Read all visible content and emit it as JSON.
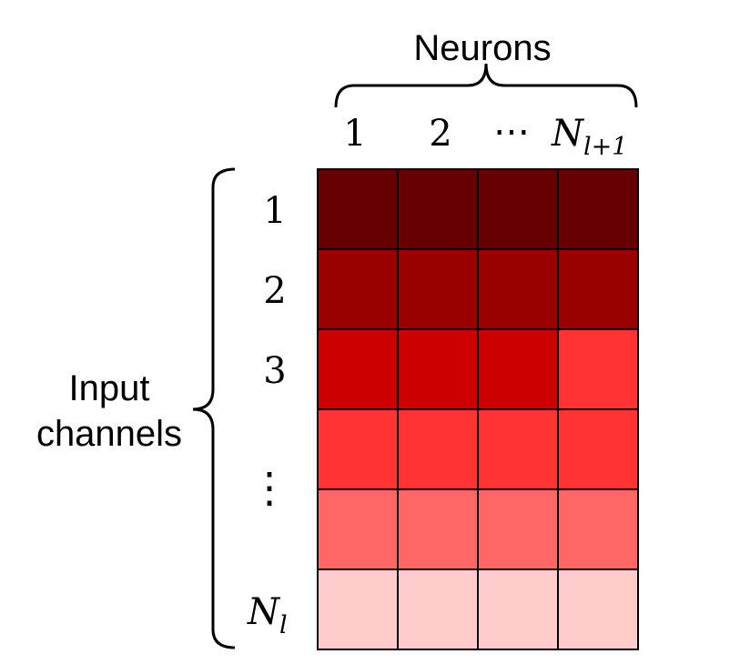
{
  "top_label": "Neurons",
  "left_label_line1": "Input",
  "left_label_line2": "channels",
  "column_labels": {
    "col1": "1",
    "col2": "2",
    "dots": "⋯",
    "last_base": "N",
    "last_sub": "l+1"
  },
  "row_labels": {
    "row1": "1",
    "row2": "2",
    "row3": "3",
    "dots": "⋮",
    "last_base": "N",
    "last_sub": "l"
  },
  "grid": {
    "rows": 6,
    "cols": 4,
    "cell_colors": [
      [
        "#660000",
        "#660000",
        "#660000",
        "#660000"
      ],
      [
        "#990000",
        "#990000",
        "#990000",
        "#990000"
      ],
      [
        "#cc0000",
        "#cc0000",
        "#cc0000",
        "#ff3333"
      ],
      [
        "#ff3333",
        "#ff3333",
        "#ff3333",
        "#ff3333"
      ],
      [
        "#ff6666",
        "#ff6666",
        "#ff6666",
        "#ff6666"
      ],
      [
        "#ffcccc",
        "#ffcccc",
        "#ffcccc",
        "#ffcccc"
      ]
    ],
    "border_color": "#000000"
  }
}
